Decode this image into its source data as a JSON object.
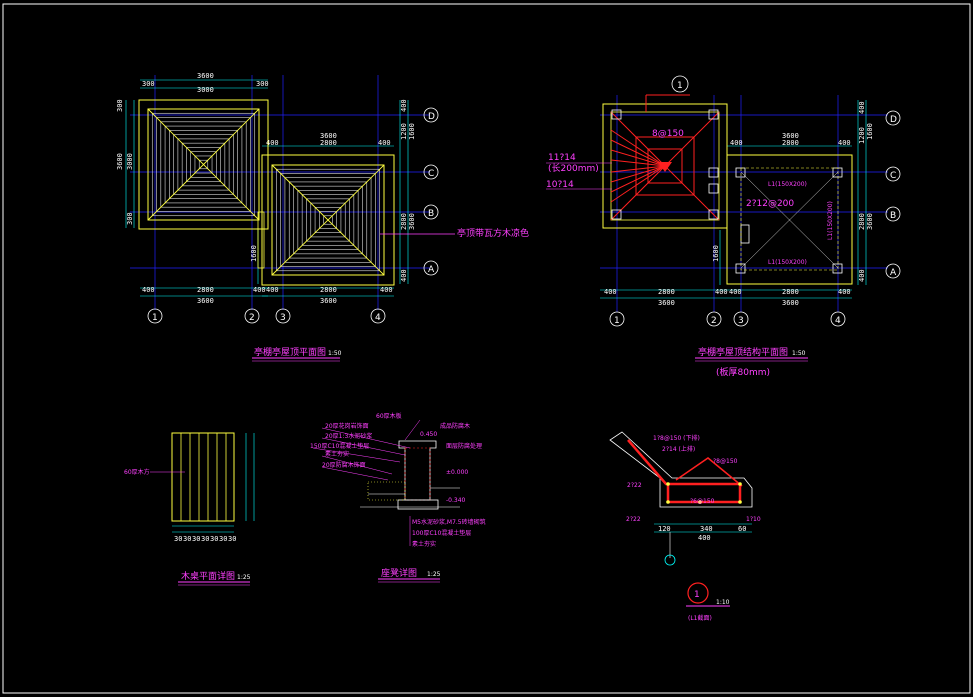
{
  "drawings": {
    "roof_plan": {
      "title": "亭棚亭屋顶平面图",
      "scale": "1:50",
      "top_dims": [
        "3600",
        "300",
        "3000",
        "300"
      ],
      "mid_dims": [
        "3600",
        "400",
        "2800",
        "400"
      ],
      "bottom_dims": [
        "400",
        "2800",
        "400",
        "400",
        "2800",
        "400",
        "3600",
        "3600"
      ],
      "left_dims": [
        "300",
        "3600",
        "3000",
        "300"
      ],
      "right_dims": [
        "400",
        "1200",
        "1600",
        "2800",
        "3600",
        "400",
        "1600"
      ],
      "note": "亭顶带瓦方木凉色",
      "axes_v": [
        "1",
        "2",
        "3",
        "4"
      ],
      "axes_h": [
        "D",
        "C",
        "B",
        "A"
      ]
    },
    "structure_plan": {
      "title": "亭棚亭屋顶结构平面图",
      "scale": "1:50",
      "subtitle": "(板厚80mm)",
      "callouts": [
        "8@150",
        "11?14",
        "(长200mm)",
        "10?14",
        "2?12@200",
        "L1(150X200)",
        "L1(150X200)",
        "L1(150X200)"
      ],
      "axes_v": [
        "1",
        "2",
        "3",
        "4"
      ],
      "axes_h": [
        "D",
        "C",
        "B",
        "A"
      ],
      "top_dims": [
        "3600",
        "400",
        "2800",
        "400"
      ],
      "bottom_dims": [
        "400",
        "2800",
        "400",
        "400",
        "2800",
        "400",
        "3600",
        "3600"
      ],
      "right_dims": [
        "400",
        "1200",
        "1600",
        "2800",
        "3600",
        "400",
        "1600"
      ],
      "section_ref": "1"
    },
    "bench_plan": {
      "title": "木桌平面详图",
      "scale": "1:25",
      "note": "60厚木方",
      "dims": [
        "30",
        "30",
        "30",
        "30",
        "30",
        "30",
        "30"
      ]
    },
    "wall_detail": {
      "title": "座凳详图",
      "scale": "1:25",
      "layers": [
        "20厚花岗岩饰面",
        "20厚1:3水泥砂浆",
        "150厚C10混凝土垫层",
        "素土夯实",
        "20厚防腐木饰面"
      ],
      "top_note": "60厚木板",
      "right_notes": [
        "成品防腐木",
        "面层防腐处理",
        "±0.000",
        "-0.340"
      ],
      "bottom_notes": [
        "M5水泥砂浆,M7.5砖墙砌筑",
        "100厚C10混凝土垫层",
        "素土夯实"
      ],
      "elev": "0.450"
    },
    "beam_section": {
      "title": "(L1截面)",
      "scale": "1:10",
      "section_no": "1",
      "callouts": [
        "1?8@150 (下排)",
        "2?14 (上排)",
        "?8@150",
        "2?22",
        "?6@150",
        "2?22",
        "1?10"
      ],
      "dims": [
        "120",
        "340",
        "60",
        "400"
      ]
    }
  },
  "colors": {
    "background": "#000000",
    "frame": "#ffffff",
    "dimension": "#00ffff",
    "outline": "#ffff00",
    "hatch": "#ffffff",
    "title": "#ff40ff",
    "rebar": "#ff0000",
    "axis_line": "#0000ff"
  }
}
